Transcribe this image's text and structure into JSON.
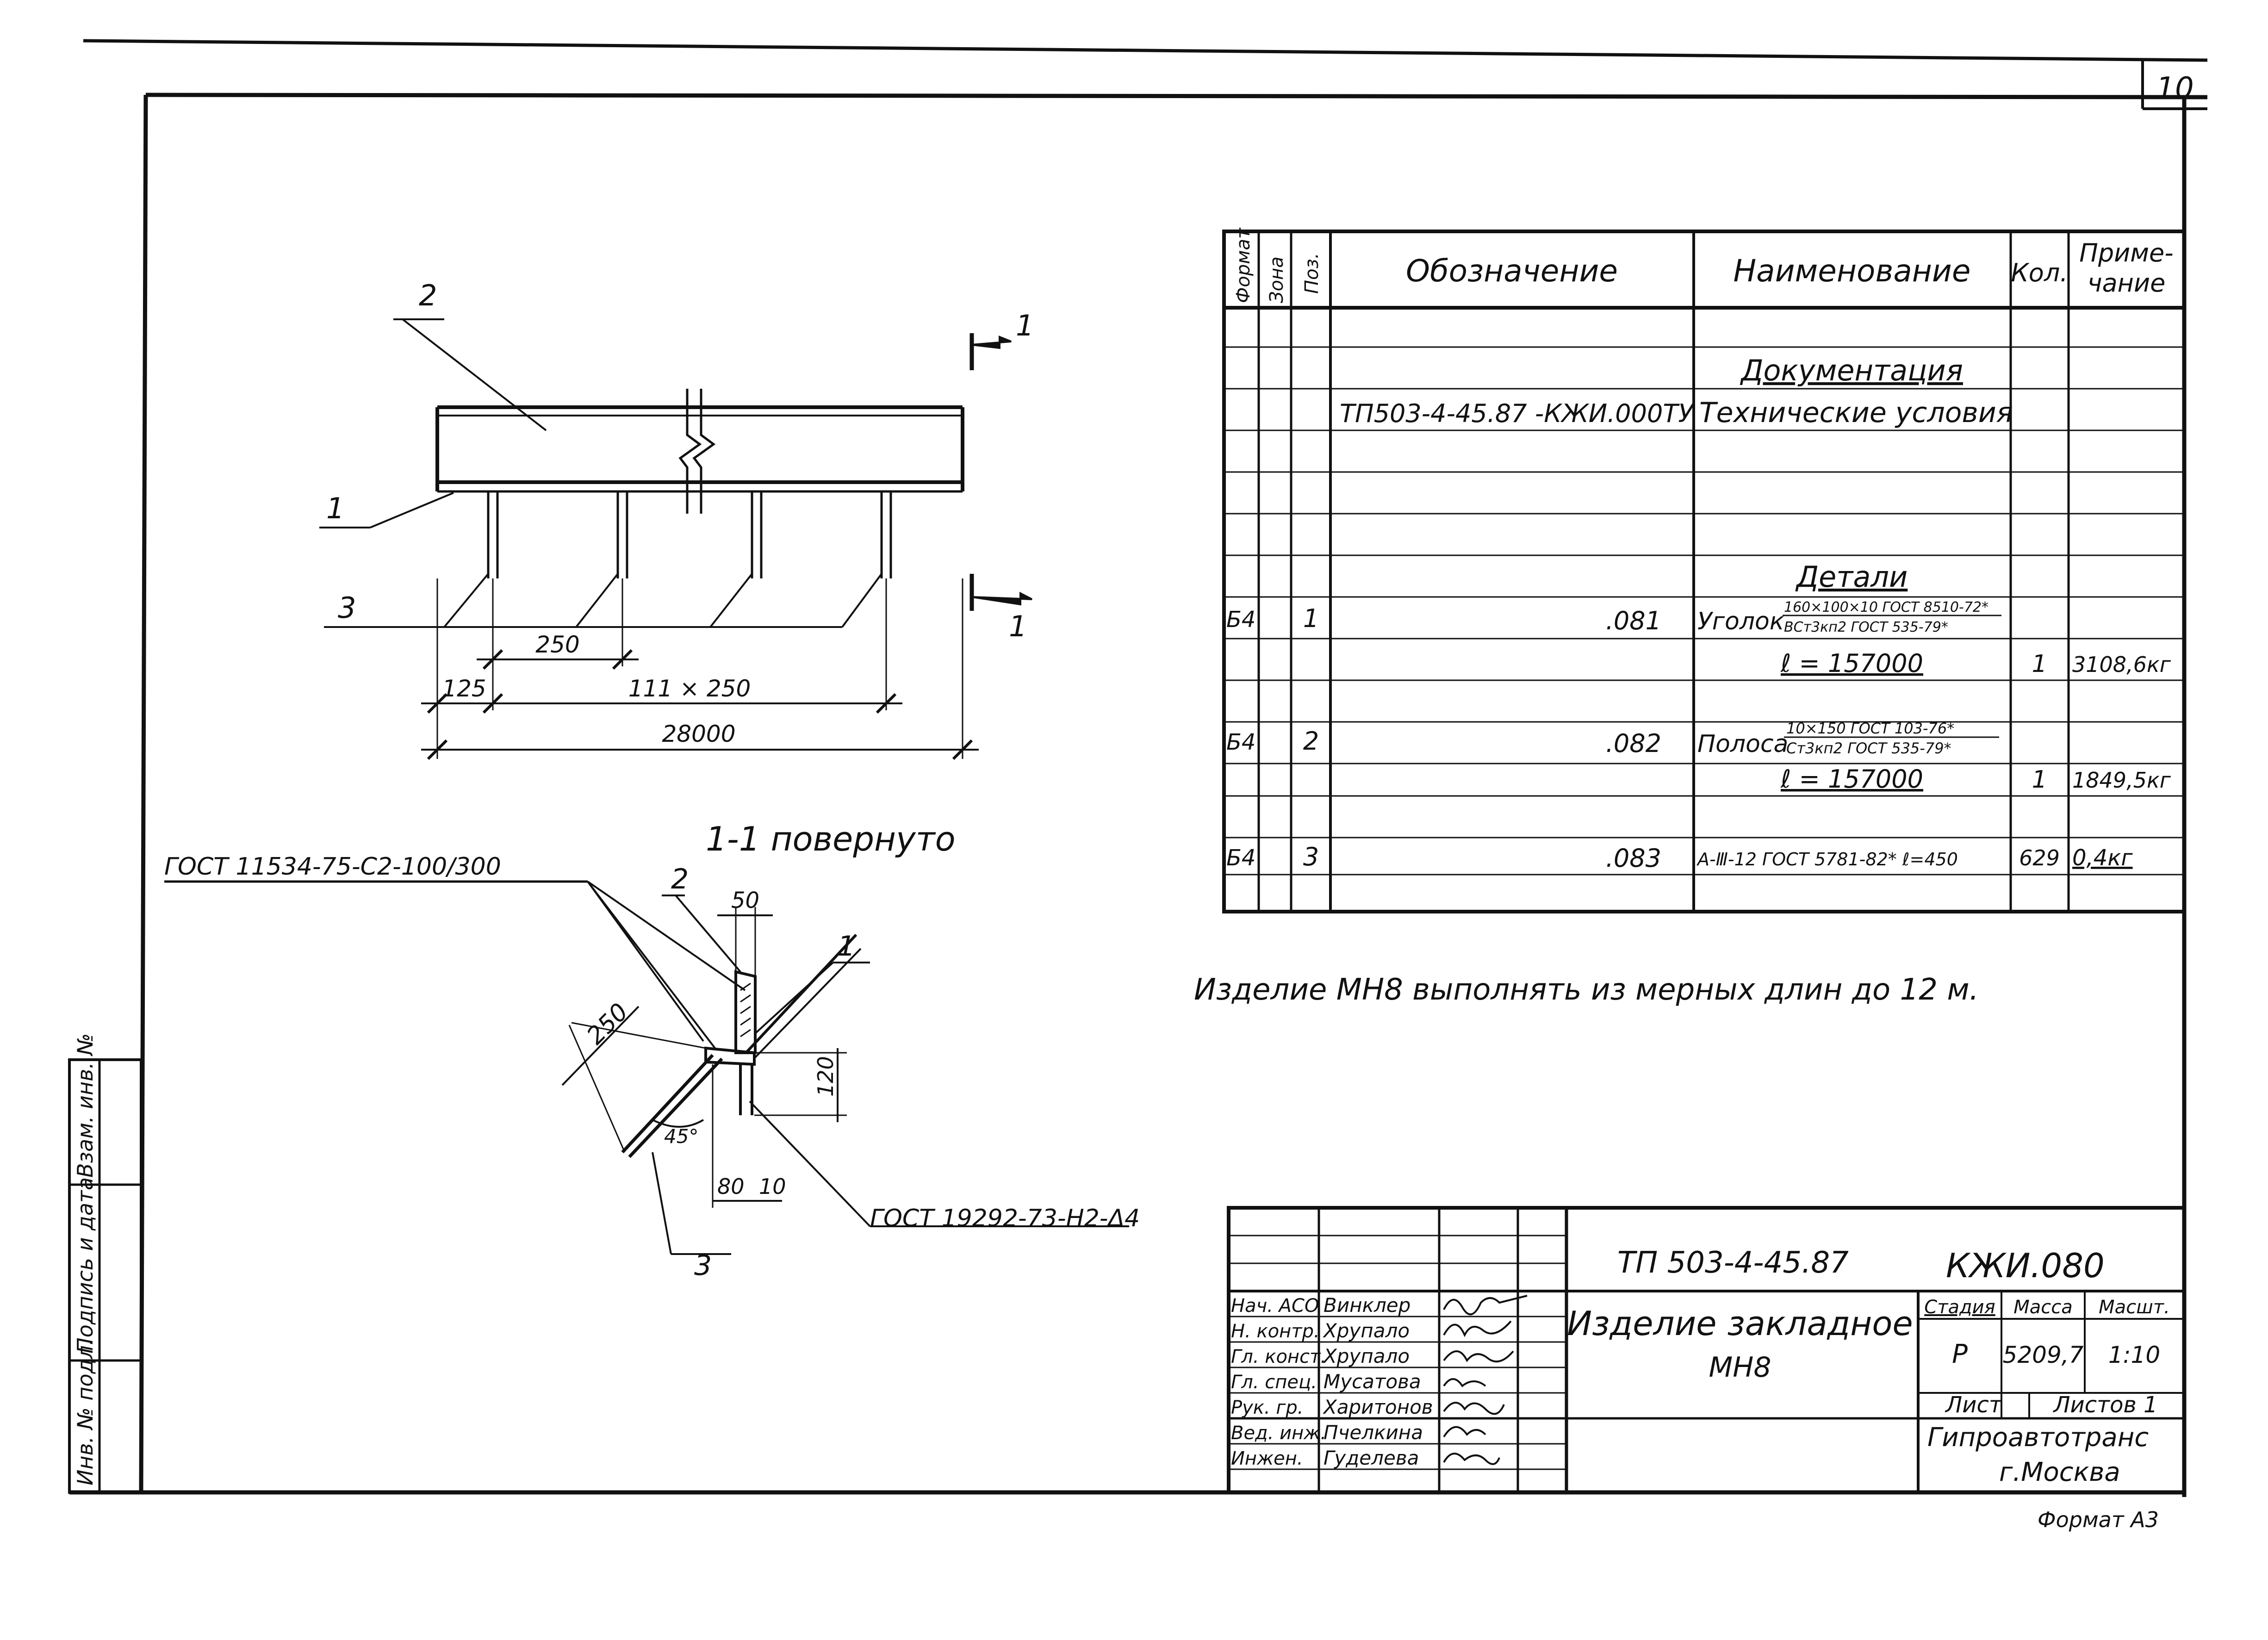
{
  "sheet": {
    "page_number": "10",
    "format_label": "Формат А3"
  },
  "side_stamp": [
    "Инв. № подл.",
    "Подпись и дата",
    "Взам. инв. №"
  ],
  "drawing_main": {
    "callouts": [
      "2",
      "1",
      "3"
    ],
    "section_marks": [
      "1",
      "1"
    ],
    "dims": {
      "pitch": "250",
      "edge": "125",
      "chain": "111 × 250",
      "total": "28000"
    }
  },
  "section_view": {
    "title": "1-1 повернуто",
    "weld_top": "ГОСТ 11534-75-С2-100/300",
    "weld_bottom": "ГОСТ 19292-73-Н2-Δ4",
    "callouts": [
      "2",
      "1",
      "3"
    ],
    "dims": {
      "width": "50",
      "length": "250",
      "height": "120",
      "angle": "45°",
      "offset": "80",
      "thickness": "10"
    }
  },
  "spec": {
    "headers": [
      "Формат",
      "Зона",
      "Поз.",
      "Обозначение",
      "Наименование",
      "Кол.",
      "Приме-",
      "чание"
    ],
    "section_docs": "Документация",
    "doc_code": "ТП503-4-45.87 -КЖИ.000ТУ",
    "doc_name": "Технические условия",
    "section_parts": "Детали",
    "rows": [
      {
        "format": "Б4",
        "pos": "1",
        "code": ".081",
        "name": "Уголок",
        "spec_top": "160×100×10 ГОСТ 8510-72*",
        "spec_bottom": "ВСт3кп2 ГОСТ 535-79*",
        "length": "ℓ = 157000",
        "qty": "1",
        "note": "3108,6кг"
      },
      {
        "format": "Б4",
        "pos": "2",
        "code": ".082",
        "name": "Полоса",
        "spec_top": "10×150 ГОСТ 103-76*",
        "spec_bottom": "Ст3кп2 ГОСТ 535-79*",
        "length": "ℓ = 157000",
        "qty": "1",
        "note": "1849,5кг"
      },
      {
        "format": "Б4",
        "pos": "3",
        "code": ".083",
        "name": "А-Ⅲ-12 ГОСТ 5781-82* ℓ=450",
        "qty": "629",
        "note": "0,4кг"
      }
    ]
  },
  "note_text": "Изделие МН8 выполнять из мерных длин до 12 м.",
  "title_block": {
    "project_code": "ТП 503-4-45.87",
    "sheet_code": "КЖИ.080",
    "title_line1": "Изделие закладное",
    "title_line2": "МН8",
    "stage_label": "Стадия",
    "mass_label": "Масса",
    "scale_label": "Масшт.",
    "stage": "Р",
    "mass": "5209,7",
    "scale": "1:10",
    "sheet_label": "Лист",
    "sheets_label": "Листов 1",
    "org_line1": "Гипроавтотранс",
    "org_line2": "г.Москва",
    "signers": [
      {
        "role": "Нач. АСО",
        "name": "Винклер"
      },
      {
        "role": "Н. контр.",
        "name": "Хрупало"
      },
      {
        "role": "Гл. конст.",
        "name": "Хрупало"
      },
      {
        "role": "Гл. спец.",
        "name": "Мусатова"
      },
      {
        "role": "Рук. гр.",
        "name": "Харитонов"
      },
      {
        "role": "Вед. инж.",
        "name": "Пчелкина"
      },
      {
        "role": "Инжен.",
        "name": "Гуделева"
      }
    ]
  }
}
